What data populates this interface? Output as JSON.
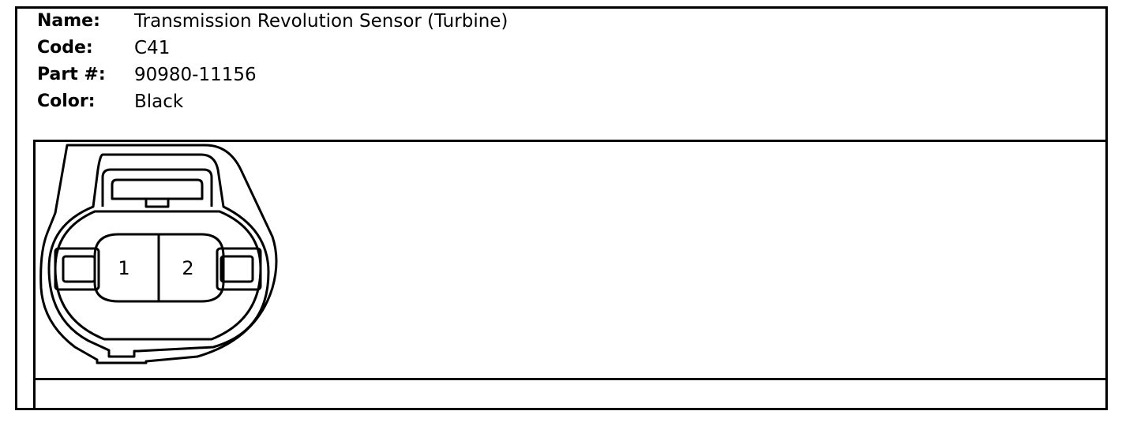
{
  "connector": {
    "name_label": "Name:",
    "name_value": "Transmission Revolution Sensor (Turbine)",
    "code_label": "Code:",
    "code_value": "C41",
    "part_label": "Part #:",
    "part_value": "90980-11156",
    "color_label": "Color:",
    "color_value": "Black"
  },
  "diagram": {
    "pins": [
      "1",
      "2"
    ]
  }
}
